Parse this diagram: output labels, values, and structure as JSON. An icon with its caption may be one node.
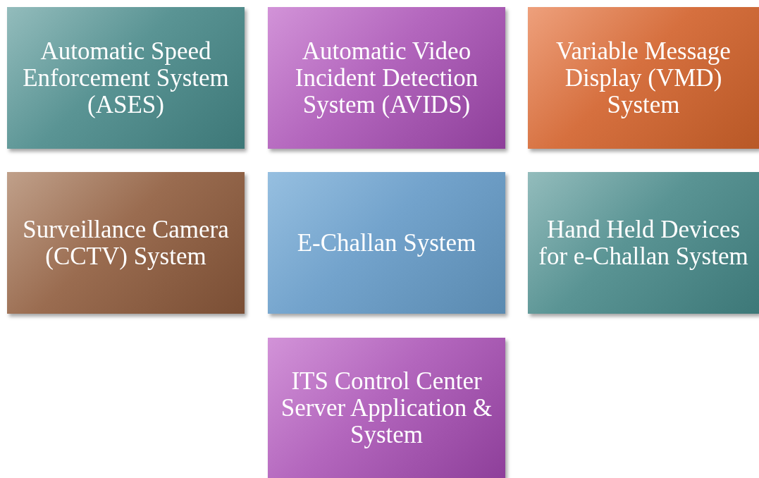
{
  "diagram": {
    "nodes": [
      {
        "text": [
          "Automatic Speed Enforcement System (ASES)"
        ]
      },
      {
        "text": [
          "Automatic Video Incident Detection System (AVIDS)"
        ]
      },
      {
        "text": [
          "Variable Message Display (VMD) System"
        ]
      },
      {
        "text": [
          "Surveillance Camera (CCTV) System"
        ]
      },
      {
        "text": [
          "E-Challan System"
        ]
      },
      {
        "text": [
          "Hand Held Devices for e-Challan System"
        ]
      },
      {
        "text": [
          "ITS Control Center Server Application & System"
        ]
      }
    ]
  }
}
